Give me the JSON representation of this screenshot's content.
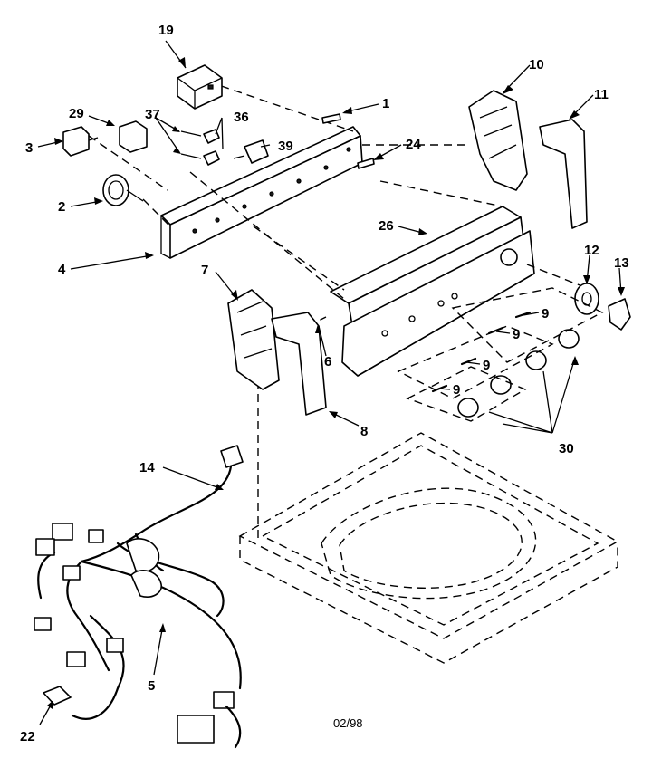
{
  "diagram": {
    "callouts": [
      "19",
      "1",
      "10",
      "11",
      "29",
      "37",
      "36",
      "3",
      "39",
      "24",
      "2",
      "26",
      "4",
      "7",
      "12",
      "13",
      "9",
      "9",
      "9",
      "9",
      "6",
      "8",
      "30",
      "14",
      "5",
      "22"
    ],
    "date_code": "02/98"
  }
}
